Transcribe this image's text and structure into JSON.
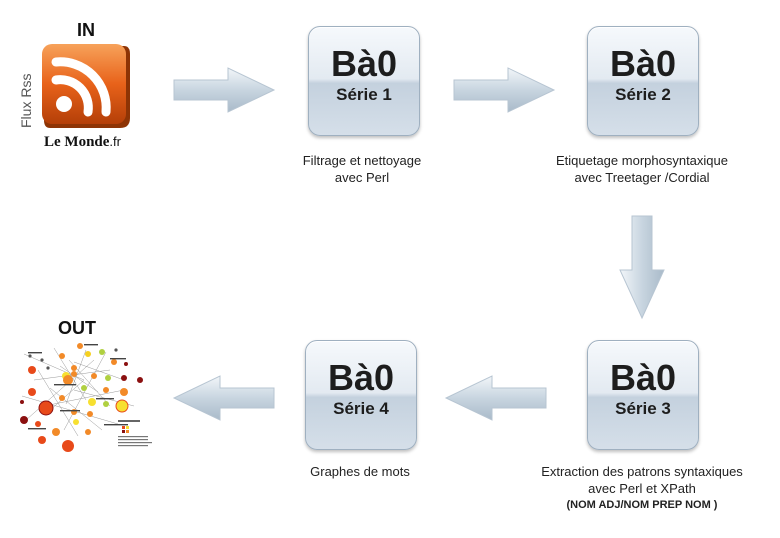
{
  "input": {
    "heading": "IN",
    "side_label": "Flux Rss",
    "logo_text_main": "Le Monde",
    "logo_text_suffix": ".fr"
  },
  "output": {
    "heading": "OUT"
  },
  "stages": [
    {
      "title": "Bà0",
      "series": "Série 1",
      "caption_line1": "Filtrage et nettoyage",
      "caption_line2": "avec Perl"
    },
    {
      "title": "Bà0",
      "series": "Série 2",
      "caption_line1": "Etiquetage morphosyntaxique",
      "caption_line2": "avec Treetager /Cordial"
    },
    {
      "title": "Bà0",
      "series": "Série 3",
      "caption_line1": "Extraction des patrons syntaxiques",
      "caption_line2": "avec Perl et XPath",
      "caption_line3": "(NOM ADJ/NOM PREP NOM )"
    },
    {
      "title": "Bà0",
      "series": "Série 4",
      "caption_line1": "Graphes de mots"
    }
  ],
  "colors": {
    "rss_orange": "#e8621a",
    "arrow_fill": "#c5d3df"
  }
}
